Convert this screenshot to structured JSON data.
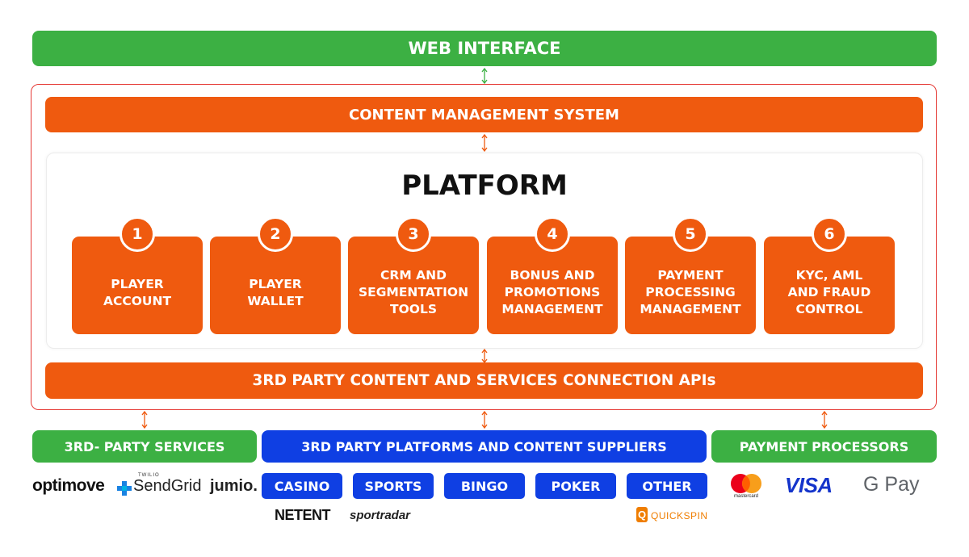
{
  "web_interface": {
    "label": "WEB INTERFACE"
  },
  "cms": {
    "label": "CONTENT MANAGEMENT SYSTEM"
  },
  "platform": {
    "title": "PLATFORM",
    "modules": [
      {
        "number": "1",
        "label": "PLAYER ACCOUNT"
      },
      {
        "number": "2",
        "label": "PLAYER WALLET"
      },
      {
        "number": "3",
        "label": "CRM AND SEGMENTATION TOOLS"
      },
      {
        "number": "4",
        "label": "BONUS AND PROMOTIONS MANAGEMENT"
      },
      {
        "number": "5",
        "label": "PAYMENT PROCESSING MANAGEMENT"
      },
      {
        "number": "6",
        "label": "KYC, AML AND FRAUD CONTROL"
      }
    ]
  },
  "apis": {
    "label": "3RD PARTY CONTENT AND SERVICES CONNECTION APIs"
  },
  "bottom": {
    "third_party_services": {
      "label": "3RD- PARTY SERVICES",
      "logos": [
        "optimove",
        "SendGrid",
        "jumio."
      ]
    },
    "suppliers": {
      "label": "3RD PARTY PLATFORMS AND CONTENT SUPPLIERS",
      "categories": [
        "CASINO",
        "SPORTS",
        "BINGO",
        "POKER",
        "OTHER"
      ],
      "logos": [
        "NETENT",
        "sportradar",
        "QUICKSPIN"
      ]
    },
    "payment_processors": {
      "label": "PAYMENT PROCESSORS",
      "logos": [
        "mastercard",
        "VISA",
        "G Pay"
      ]
    }
  },
  "colors": {
    "green": "#3cb043",
    "orange": "#ef5a0f",
    "blue": "#0f3fe3",
    "frame_red": "#e53935"
  }
}
